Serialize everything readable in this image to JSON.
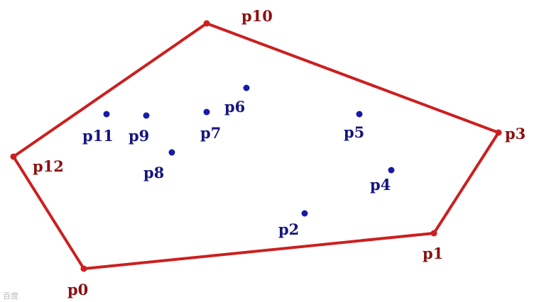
{
  "hull_points": [
    {
      "id": "p0",
      "label": "p0"
    },
    {
      "id": "p1",
      "label": "p1"
    },
    {
      "id": "p3",
      "label": "p3"
    },
    {
      "id": "p10",
      "label": "p10"
    },
    {
      "id": "p12",
      "label": "p12"
    }
  ],
  "interior_points": [
    {
      "id": "p2",
      "label": "p2"
    },
    {
      "id": "p4",
      "label": "p4"
    },
    {
      "id": "p5",
      "label": "p5"
    },
    {
      "id": "p6",
      "label": "p6"
    },
    {
      "id": "p7",
      "label": "p7"
    },
    {
      "id": "p8",
      "label": "p8"
    },
    {
      "id": "p9",
      "label": "p9"
    },
    {
      "id": "p11",
      "label": "p11"
    }
  ],
  "hull_order": [
    "p0",
    "p1",
    "p3",
    "p10",
    "p12"
  ],
  "colors": {
    "hull": "#cc1f1f",
    "hull_label": "#8b1010",
    "interior": "#1a1aa8",
    "interior_label": "#15157f"
  },
  "watermark": "百度"
}
